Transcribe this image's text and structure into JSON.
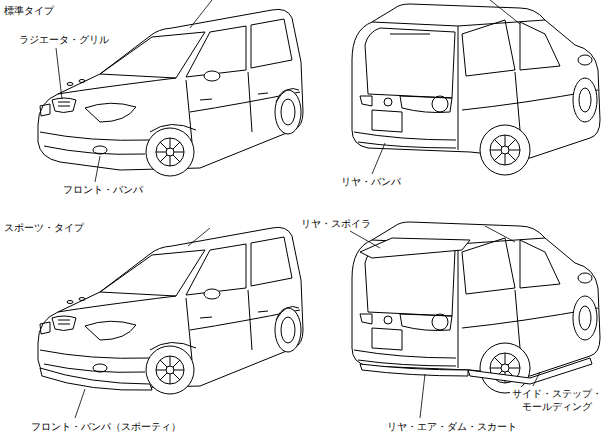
{
  "diagram": {
    "labels": [
      "標準タイプ",
      "ラジエータ・グリル",
      "フロント・バンパ",
      "リヤ・バンパ",
      "スポーツ・タイプ",
      "リヤ・スポイラ",
      "サイド・ステップ・モールディング",
      "リヤ・エア・ダム・スカート",
      "フロント・バンパ（スポーティ）"
    ]
  }
}
